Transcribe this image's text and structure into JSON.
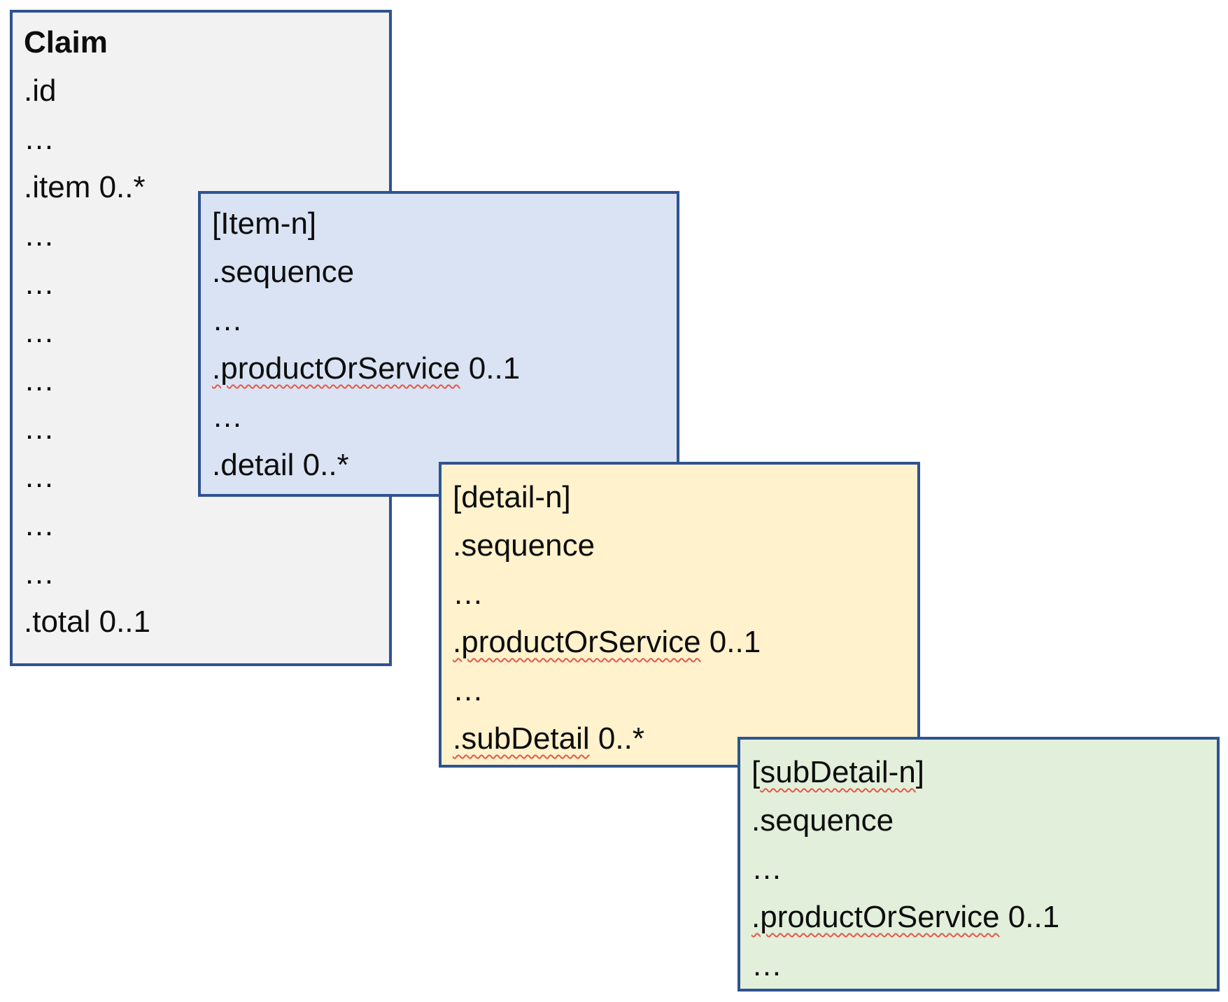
{
  "canvas": {
    "background": "#ffffff",
    "border_color": "#2e5390",
    "squiggle_color": "#e4584a",
    "text_color": "#0d0d0d"
  },
  "boxes": [
    {
      "name": "claim",
      "title": "Claim",
      "fill": "#f2f2f2",
      "rows": [
        "Claim",
        ".id",
        "…",
        ".item 0..*",
        "…",
        "…",
        "…",
        "…",
        "…",
        "…",
        "…",
        "…",
        ".total 0..1"
      ]
    },
    {
      "name": "item",
      "title": "[Item-n]",
      "fill": "#dae3f3",
      "rows": [
        "[Item-n]",
        ".sequence",
        "…",
        {
          "pre": "",
          "sq": ".productOrService",
          "post": " 0..1"
        },
        "…",
        ".detail 0..*"
      ]
    },
    {
      "name": "detail",
      "title": "[detail-n]",
      "fill": "#fff2cc",
      "rows": [
        "[detail-n]",
        ".sequence",
        "…",
        {
          "pre": "",
          "sq": ".productOrService",
          "post": " 0..1"
        },
        "…",
        {
          "pre": "",
          "sq": ".subDetail",
          "post": " 0..*"
        }
      ]
    },
    {
      "name": "subdetail",
      "title": "[subDetail-n]",
      "fill": "#e2efda",
      "rows": [
        {
          "pre": "[",
          "sq": "subDetail-n",
          "post": "]"
        },
        ".sequence",
        "…",
        {
          "pre": "",
          "sq": ".productOrService",
          "post": " 0..1"
        },
        "…"
      ]
    }
  ]
}
